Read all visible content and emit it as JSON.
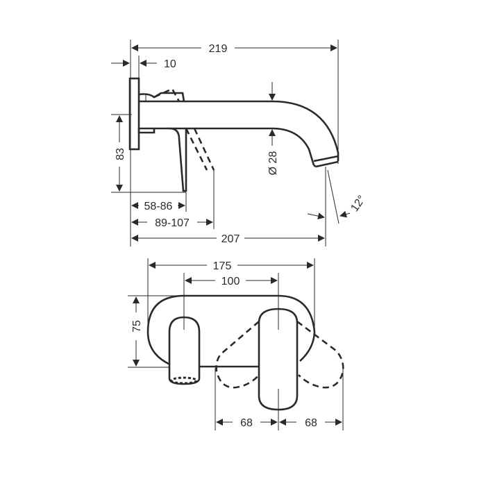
{
  "drawing": {
    "title": "Wall-mounted basin mixer technical drawing",
    "line_color": "#2a2a2a",
    "background": "#ffffff"
  },
  "side_view": {
    "dims": {
      "overall_length": "219",
      "plate_thickness": "10",
      "height": "83",
      "handle_depth": "58-86",
      "handle_projection": "89-107",
      "spout_projection": "207",
      "spout_diameter": "Ø 28",
      "spout_angle": "12°"
    }
  },
  "front_view": {
    "dims": {
      "plate_width": "175",
      "centers": "100",
      "plate_height": "75",
      "lever_swing_left": "68",
      "lever_swing_right": "68"
    }
  }
}
